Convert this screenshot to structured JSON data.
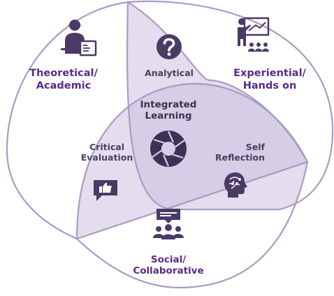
{
  "colors": {
    "outline": "#a99bc4",
    "overlap_fill": "#e3dded",
    "center_fill": "#d6cde6",
    "icon": "#4b3a66",
    "major_text": "#5a2a8a",
    "minor_text": "#4a3f5e"
  },
  "circles": {
    "theoretical": {
      "lines": [
        "Theoretical/",
        "Academic"
      ],
      "icon": "teacher-at-board-icon"
    },
    "experiential": {
      "lines": [
        "Experiential/",
        "Hands on"
      ],
      "icon": "presenter-with-audience-icon"
    },
    "social": {
      "lines": [
        "Social/",
        "Collaborative"
      ],
      "icon": "group-chat-icon"
    }
  },
  "overlaps": {
    "analytical": {
      "label": "Analytical",
      "icon": "question-mark-icon"
    },
    "critical": {
      "lines": [
        "Critical",
        "Evaluation"
      ],
      "icon": "thumbs-up-speech-icon"
    },
    "self": {
      "lines": [
        "Self",
        "Reflection"
      ],
      "icon": "head-brain-icon"
    }
  },
  "center": {
    "lines": [
      "Integrated",
      "Learning"
    ],
    "icon": "camera-aperture-icon"
  }
}
